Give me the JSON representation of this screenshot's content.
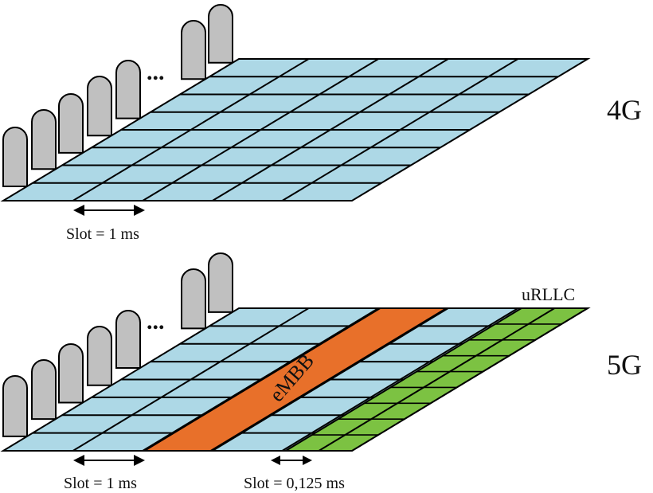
{
  "diagram_4g": {
    "label": "4G",
    "slot_label": "Slot = 1 ms",
    "ellipsis": "..."
  },
  "diagram_5g": {
    "label": "5G",
    "slot_label": "Slot = 1 ms",
    "mini_slot_label": "Slot = 0,125 ms",
    "embb_label": "eMBB",
    "urllc_label": "uRLLC",
    "ellipsis": "..."
  },
  "colors": {
    "cell_fill": "#add8e6",
    "grid_line": "#000000",
    "antenna_fill": "#c0c0c0",
    "embb_fill": "#e8702a",
    "urllc_fill": "#7cc242"
  }
}
